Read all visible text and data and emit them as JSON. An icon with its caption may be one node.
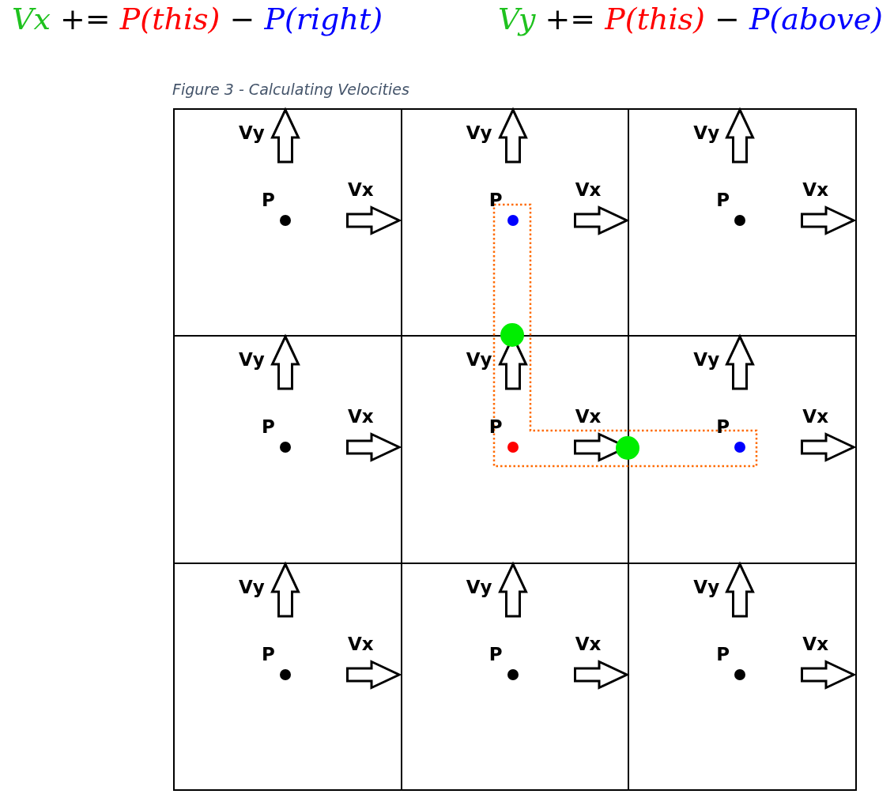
{
  "diagram": {
    "caption": "Figure 3 - Calculating Velocities",
    "nodes": [
      {
        "text": [
          "Vy",
          "P",
          "Vx"
        ]
      },
      {
        "text": [
          "Vy",
          "P",
          "Vx"
        ]
      },
      {
        "text": [
          "Vy",
          "P",
          "Vx"
        ]
      },
      {
        "text": [
          "Vy",
          "P",
          "Vx"
        ]
      },
      {
        "text": [
          "Vy",
          "P",
          "Vx"
        ]
      },
      {
        "text": [
          "Vy",
          "P",
          "Vx"
        ]
      },
      {
        "text": [
          "Vy",
          "P",
          "Vx"
        ]
      },
      {
        "text": [
          "Vy",
          "P",
          "Vx"
        ]
      },
      {
        "text": [
          "Vy",
          "P",
          "Vx"
        ]
      }
    ],
    "labels": [
      "Vx += P(this) − P(right)",
      "Vy += P(this) − P(above)"
    ]
  }
}
